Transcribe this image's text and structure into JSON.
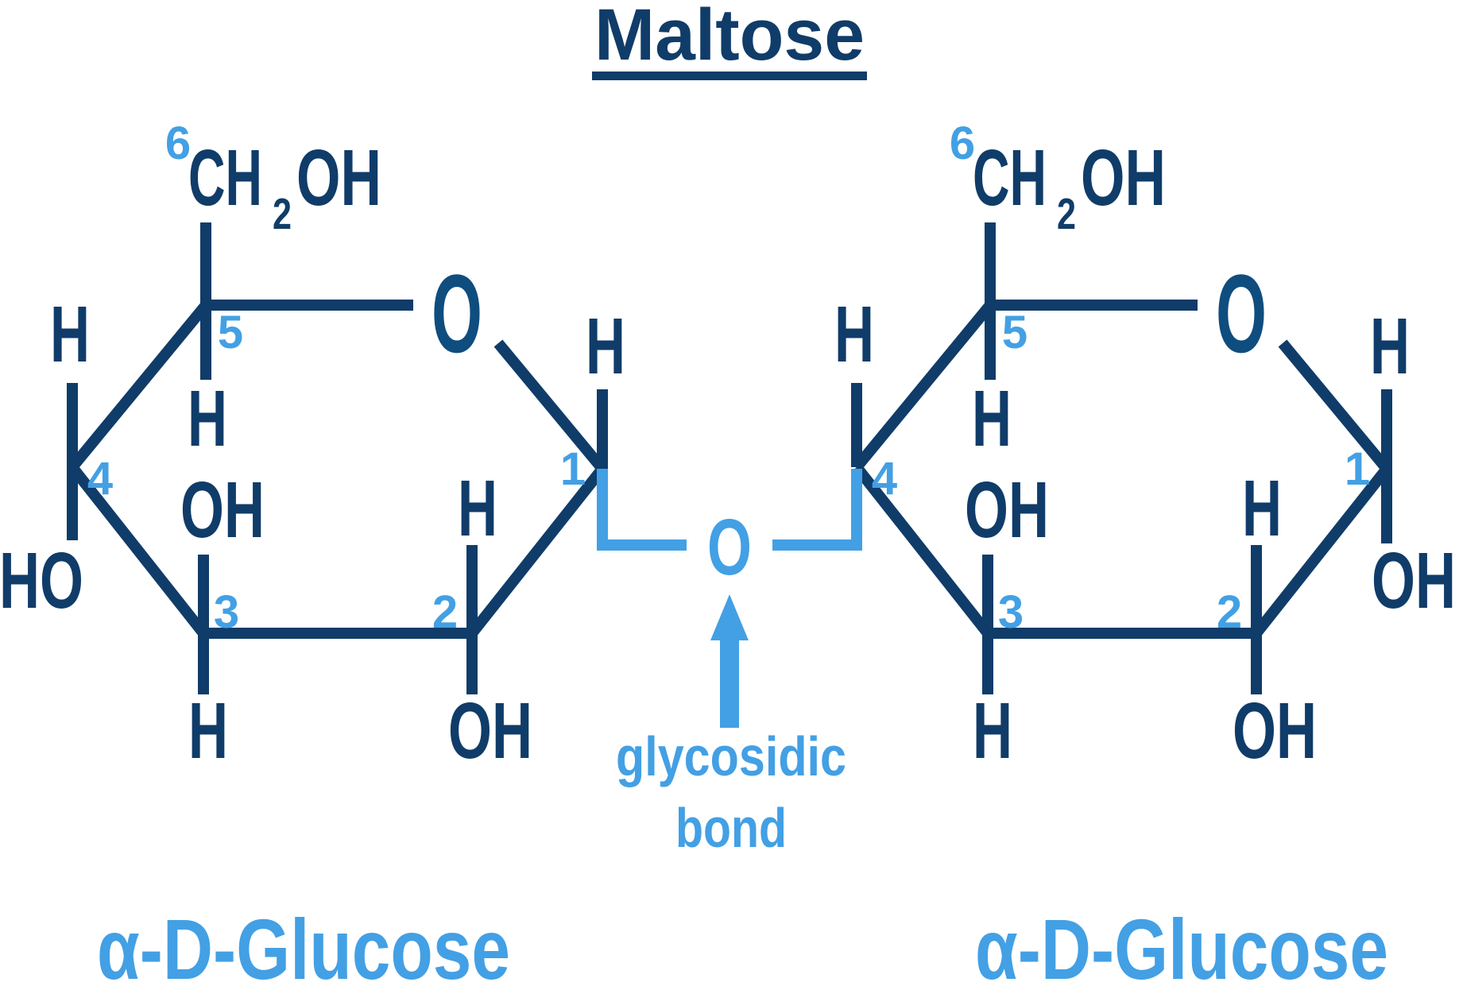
{
  "title": {
    "text": "Maltose"
  },
  "colors": {
    "navy": "#103c69",
    "ring_oxygen_blue": "#0f4d7f",
    "sky_blue": "#43a0e4",
    "background": "#ffffff"
  },
  "glycosidic_bond": {
    "oxygen": "O",
    "caption_line1": "glycosidic",
    "caption_line2": "bond"
  },
  "left_glucose": {
    "name": "α-D-Glucose",
    "ch2oh_group": {
      "carbon_number": "6",
      "prefix": "CH",
      "subscript": "2",
      "suffix": "OH"
    },
    "ring_oxygen": "O",
    "carbon_numbers": {
      "c1": "1",
      "c2": "2",
      "c3": "3",
      "c4": "4",
      "c5": "5"
    },
    "substituents": {
      "c5_h": "H",
      "c4_h_top": "H",
      "c4_ho_bottom": "HO",
      "c3_oh_top": "OH",
      "c3_h_bottom": "H",
      "c2_h_top": "H",
      "c2_oh_bottom": "OH",
      "c1_h_top": "H"
    }
  },
  "right_glucose": {
    "name": "α-D-Glucose",
    "ch2oh_group": {
      "carbon_number": "6",
      "prefix": "CH",
      "subscript": "2",
      "suffix": "OH"
    },
    "ring_oxygen": "O",
    "carbon_numbers": {
      "c1": "1",
      "c2": "2",
      "c3": "3",
      "c4": "4",
      "c5": "5"
    },
    "substituents": {
      "c5_h": "H",
      "c4_h_top": "H",
      "c3_oh_top": "OH",
      "c3_h_bottom": "H",
      "c2_h_top": "H",
      "c2_oh_bottom": "OH",
      "c1_h_top": "H",
      "c1_oh_bottom": "OH"
    }
  }
}
